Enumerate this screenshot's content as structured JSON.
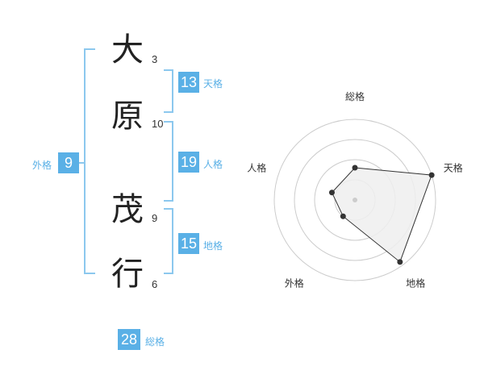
{
  "name": {
    "chars": [
      {
        "char": "大",
        "strokes": "3"
      },
      {
        "char": "原",
        "strokes": "10"
      },
      {
        "char": "茂",
        "strokes": "9"
      },
      {
        "char": "行",
        "strokes": "6"
      }
    ]
  },
  "kakusu": {
    "tenkaku": {
      "value": "13",
      "label": "天格"
    },
    "jinkaku": {
      "value": "19",
      "label": "人格"
    },
    "chikaku": {
      "value": "15",
      "label": "地格"
    },
    "gaikaku": {
      "value": "9",
      "label": "外格"
    },
    "soukaku": {
      "value": "28",
      "label": "総格"
    }
  },
  "colors": {
    "accent": "#5ab0e6",
    "bracket": "#8cc8ee",
    "polygon_fill": "#eeeeee",
    "polygon_stroke": "#333333"
  },
  "chart_data": {
    "type": "radar",
    "axes": [
      "総格",
      "天格",
      "地格",
      "外格",
      "人格"
    ],
    "rings": 4,
    "values": [
      0.4,
      1.0,
      0.95,
      0.25,
      0.3
    ],
    "grid": true
  }
}
